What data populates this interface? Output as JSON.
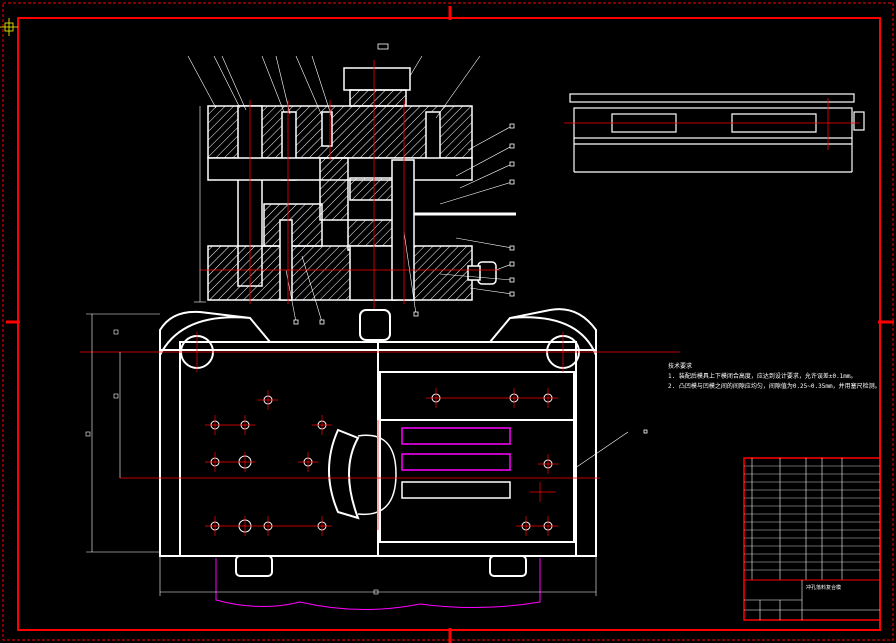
{
  "drawing": {
    "technical_requirements": {
      "heading": "技术要求",
      "lines": [
        "1. 装配后模具上下模闭合高度，应达到设计要求，允许误差±0.1mm。",
        "2. 凸凹模与凹模之间的间隙应均匀，间隙值为0.25~0.35mm，并用塞尺检测。"
      ]
    },
    "title_block": {
      "drawing_title": "冲孔落料复合模"
    },
    "colors": {
      "background": "#000000",
      "frame": "#ff0000",
      "outline": "#ffffff",
      "center_line": "#ff0000",
      "hidden_line": "#ff00ff",
      "hatch": "#ffffff"
    }
  }
}
